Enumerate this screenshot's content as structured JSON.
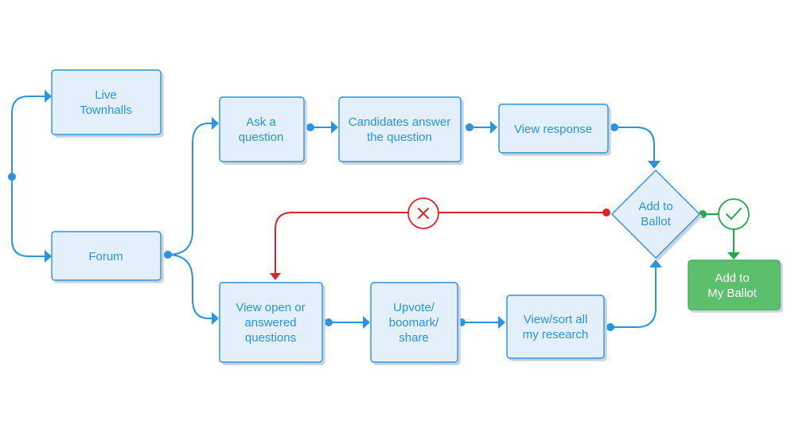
{
  "nodes": {
    "live_townhalls": {
      "lines": [
        "Live",
        "Townhalls"
      ]
    },
    "forum": {
      "lines": [
        "Forum"
      ]
    },
    "ask_question": {
      "lines": [
        "Ask a",
        "question"
      ]
    },
    "candidates_answer": {
      "lines": [
        "Candidates answer",
        "the question"
      ]
    },
    "view_response": {
      "lines": [
        "View response"
      ]
    },
    "add_to_ballot": {
      "lines": [
        "Add to",
        "Ballot"
      ]
    },
    "add_to_my_ballot": {
      "lines": [
        "Add to",
        "My Ballot"
      ]
    },
    "view_open_questions": {
      "lines": [
        "View open or",
        "answered",
        "questions"
      ]
    },
    "upvote_bookmark_share": {
      "lines": [
        "Upvote/",
        "boomark/",
        "share"
      ]
    },
    "view_sort_research": {
      "lines": [
        "View/sort all",
        "my research"
      ]
    }
  },
  "colors": {
    "node_fill": "#e3f0fc",
    "node_border": "#2b93e0",
    "node_text": "#2b93e0",
    "connector": "#2b93e0",
    "reject": "#d9262a",
    "accept": "#23a94c",
    "success_fill": "#5cbf6c"
  },
  "icons": {
    "reject_marker": "x-icon",
    "accept_marker": "check-icon"
  }
}
